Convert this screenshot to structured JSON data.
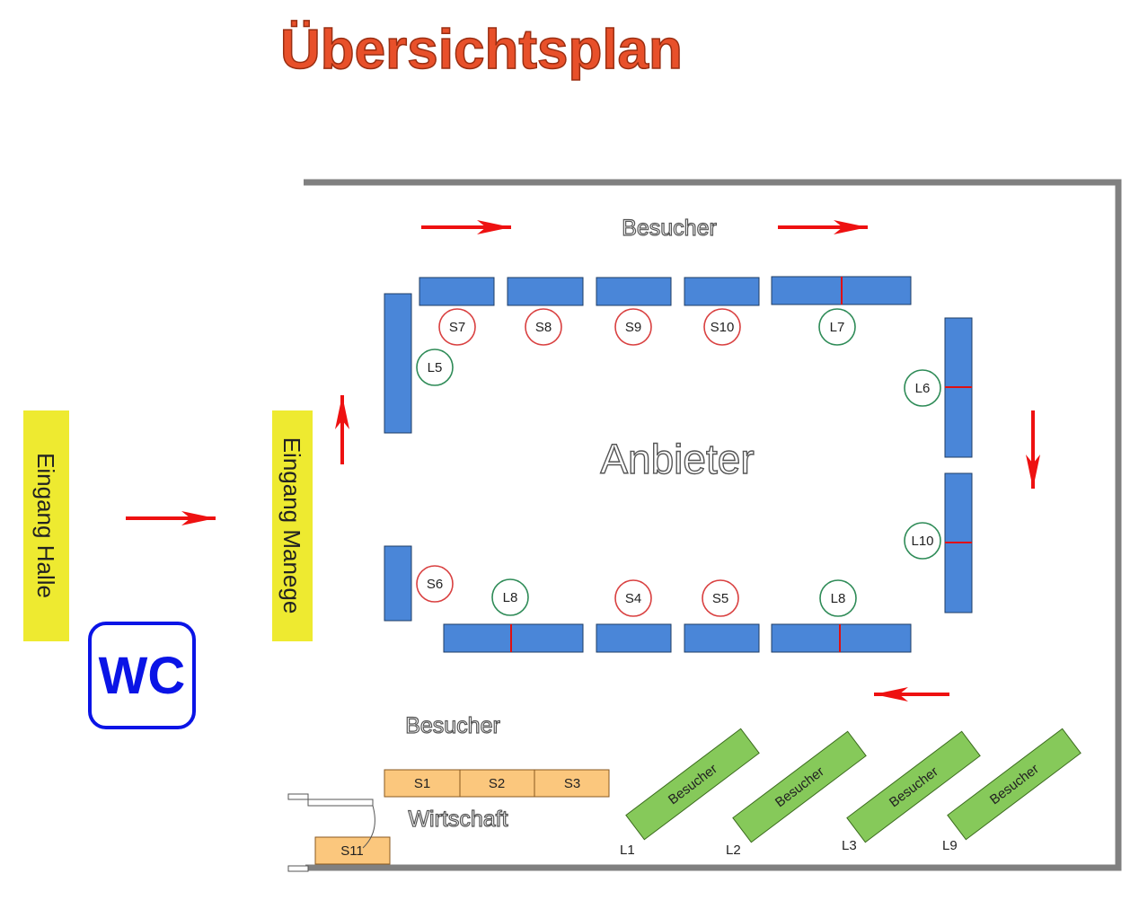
{
  "title": "Übersichtsplan",
  "colors": {
    "title_fill": "#e8502a",
    "title_stroke": "#9a2e12",
    "wall": "#808080",
    "stand": "#4a86d8",
    "stand_border": "#1f3d66",
    "divider": "#e01010",
    "arrow": "#ee1111",
    "entrance": "#eeea30",
    "wc": "#0a14e6",
    "s_circle": "#d94040",
    "l_circle": "#2e8b57",
    "catering": "#fbc77d",
    "catering_border": "#8a5a20",
    "visitor_area": "#86c95a",
    "visitor_border": "#3b6b1e"
  },
  "labels": {
    "entrance_hall": "Eingang Halle",
    "entrance_ring": "Eingang Manege",
    "wc": "WC",
    "visitors_top": "Besucher",
    "visitors_bottom": "Besucher",
    "vendors": "Anbieter",
    "catering": "Wirtschaft"
  },
  "stalls": [
    "S7",
    "S8",
    "S9",
    "S10",
    "L7",
    "L5",
    "L6",
    "L10",
    "S6",
    "L8",
    "S4",
    "S5",
    "L8"
  ],
  "catering_booths": [
    "S1",
    "S2",
    "S3",
    "S11"
  ],
  "visitor_areas": [
    {
      "text": "Besucher",
      "tag": "L1"
    },
    {
      "text": "Besucher",
      "tag": "L2"
    },
    {
      "text": "Besucher",
      "tag": "L3"
    },
    {
      "text": "Besucher",
      "tag": "L9"
    }
  ]
}
